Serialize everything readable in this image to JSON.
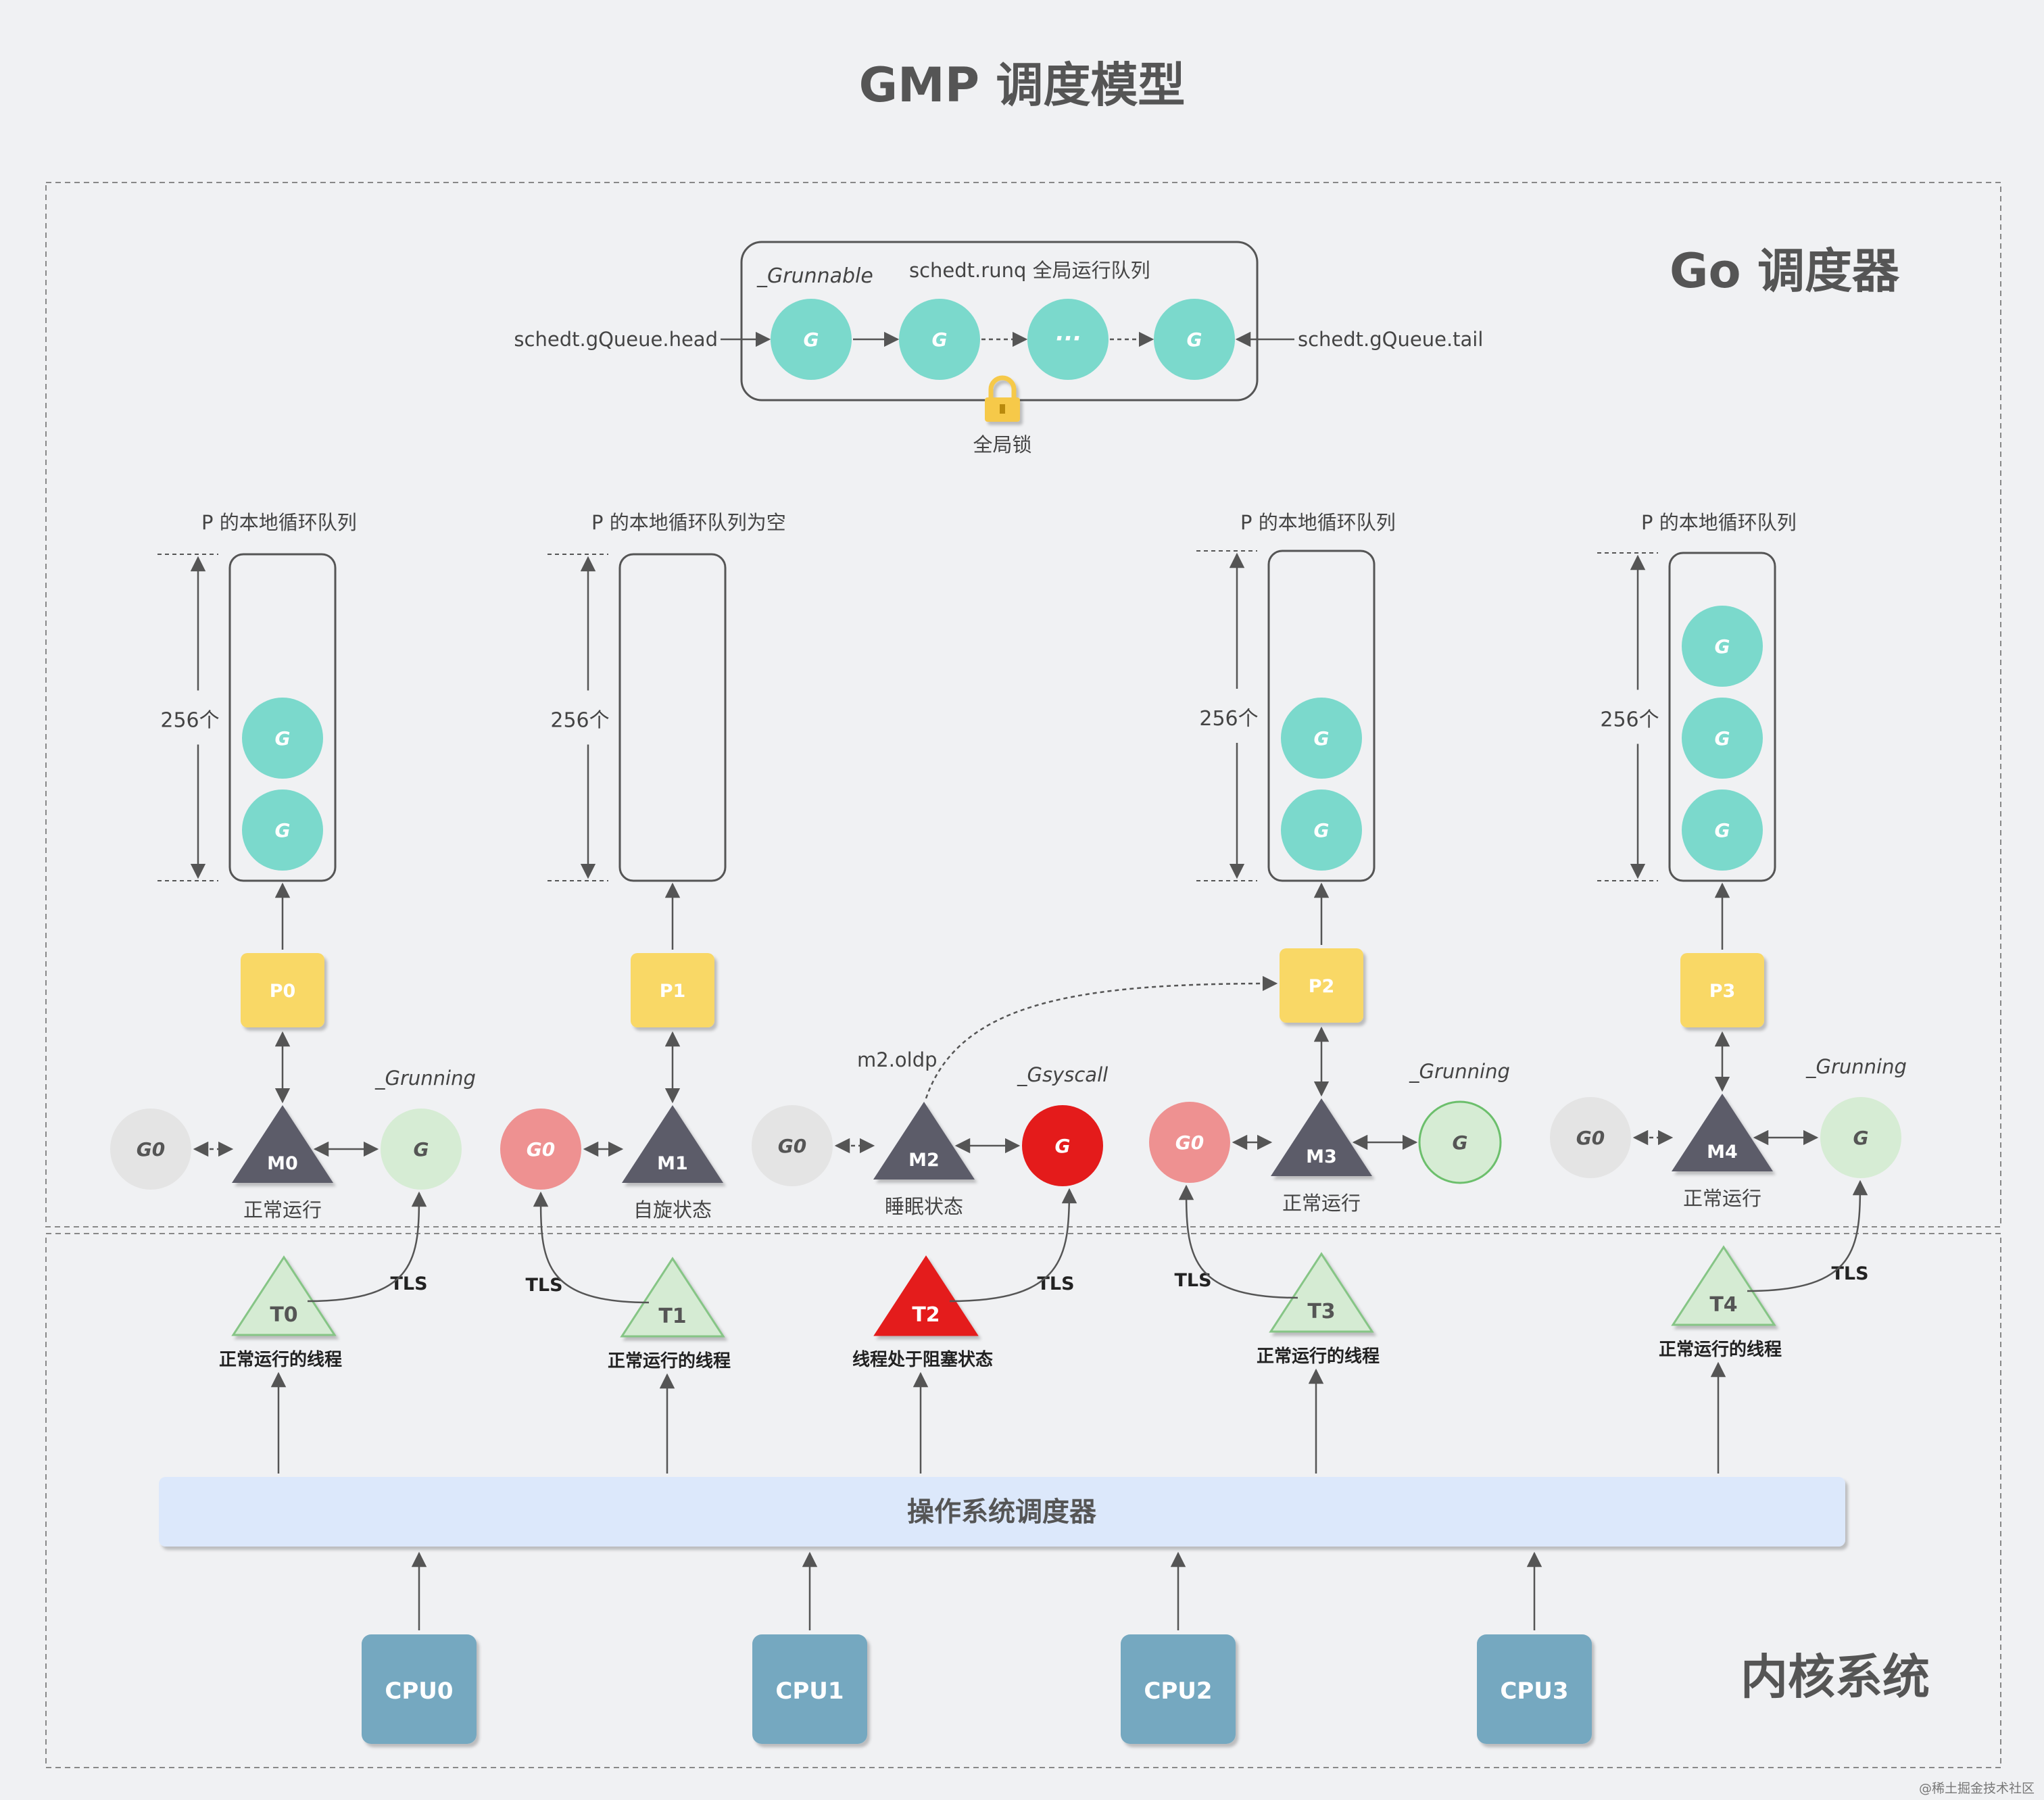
{
  "title": "GMP 调度模型",
  "regions": {
    "scheduler": "Go 调度器",
    "kernel": "内核系统"
  },
  "global_queue": {
    "label_runnable": "_Grunnable",
    "label_runq": "schedt.runq 全局运行队列",
    "head": "schedt.gQueue.head",
    "tail": "schedt.gQueue.tail",
    "items": [
      "G",
      "G",
      "···",
      "G"
    ],
    "lock_label": "全局锁"
  },
  "local_queues": [
    {
      "title": "P 的本地循环队列",
      "capacity": "256个",
      "items": [
        "G",
        "G"
      ]
    },
    {
      "title": "P 的本地循环队列为空",
      "capacity": "256个",
      "items": []
    },
    {
      "title": "P 的本地循环队列",
      "capacity": "256个",
      "items": [
        "G",
        "G"
      ]
    },
    {
      "title": "P 的本地循环队列",
      "capacity": "256个",
      "items": [
        "G",
        "G",
        "G"
      ]
    }
  ],
  "processors": [
    "P0",
    "P1",
    "P2",
    "P3"
  ],
  "m2_oldp": "m2.oldp",
  "machines": [
    {
      "name": "M0",
      "g0": "G0",
      "g": "G",
      "g_state": "_Grunning",
      "state": "正常运行",
      "g0_style": "idle",
      "g_style": "running"
    },
    {
      "name": "M1",
      "g0": "G0",
      "g": "",
      "g_state": "",
      "state": "自旋状态",
      "g0_style": "active",
      "g_style": "none"
    },
    {
      "name": "M2",
      "g0": "G0",
      "g": "G",
      "g_state": "_Gsyscall",
      "state": "睡眠状态",
      "g0_style": "idle",
      "g_style": "syscall"
    },
    {
      "name": "M3",
      "g0": "G0",
      "g": "G",
      "g_state": "_Grunning",
      "state": "正常运行",
      "g0_style": "active",
      "g_style": "running-outline"
    },
    {
      "name": "M4",
      "g0": "G0",
      "g": "G",
      "g_state": "_Grunning",
      "state": "正常运行",
      "g0_style": "idle",
      "g_style": "running"
    }
  ],
  "threads": [
    {
      "name": "T0",
      "desc": "正常运行的线程",
      "tls": "TLS",
      "blocked": false
    },
    {
      "name": "T1",
      "desc": "正常运行的线程",
      "tls": "TLS",
      "blocked": false
    },
    {
      "name": "T2",
      "desc": "线程处于阻塞状态",
      "tls": "TLS",
      "blocked": true
    },
    {
      "name": "T3",
      "desc": "正常运行的线程",
      "tls": "TLS",
      "blocked": false
    },
    {
      "name": "T4",
      "desc": "正常运行的线程",
      "tls": "TLS",
      "blocked": false
    }
  ],
  "os_scheduler": "操作系统调度器",
  "cpus": [
    "CPU0",
    "CPU1",
    "CPU2",
    "CPU3"
  ],
  "watermark": "@稀土掘金技术社区",
  "colors": {
    "background": "#f0f1f3",
    "goroutine": "#7bd9cc",
    "processor": "#f9d866",
    "machine": "#5b5b69",
    "g_running": "#d6ecd4",
    "g0_idle": "#e4e4e4",
    "g0_active": "#ee9191",
    "g_syscall": "#e41b1b",
    "thread": "#d5ebd3",
    "thread_blocked": "#e41b1b",
    "os_scheduler": "#dce8fb",
    "cpu": "#75a8c0",
    "lock": "#f6c94a",
    "text": "#444444"
  }
}
